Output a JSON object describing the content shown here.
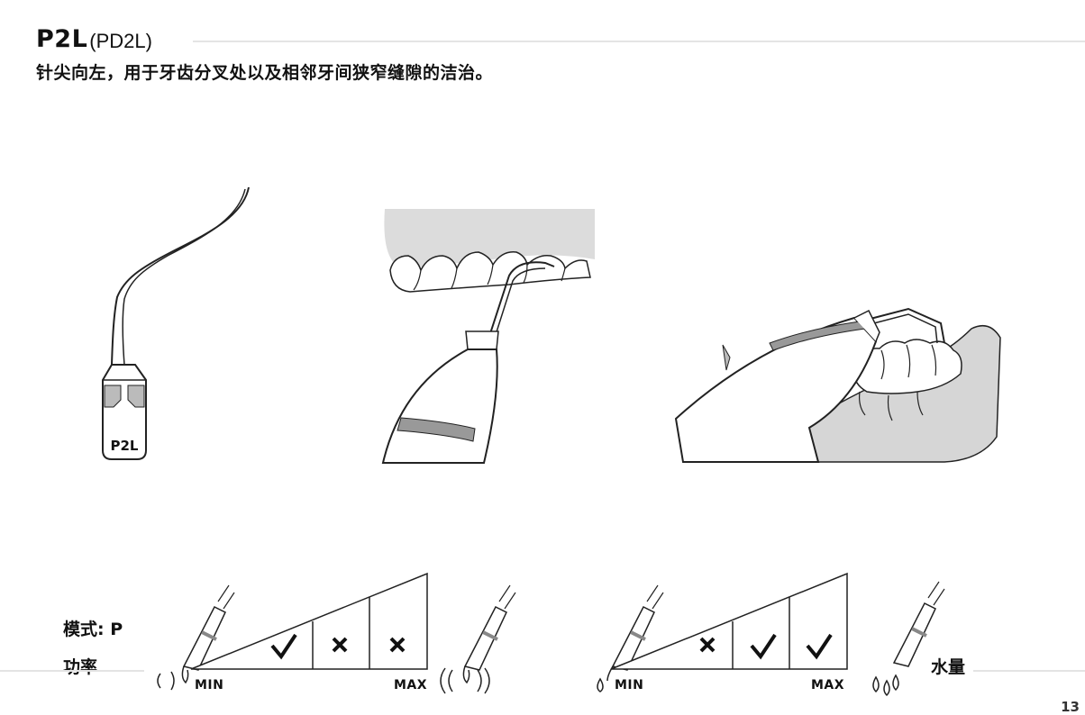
{
  "header": {
    "model": "P2L",
    "model_code": "(PD2L)",
    "description": "针尖向左，用于牙齿分叉处以及相邻牙间狭窄缝隙的洁治。"
  },
  "tip_illustration": {
    "tip_label": "P2L"
  },
  "settings": {
    "mode_label": "模式: P",
    "power_label": "功率",
    "water_label": "水量",
    "power_scale": {
      "min": "MIN",
      "max": "MAX",
      "cells": [
        "check",
        "cross",
        "cross"
      ]
    },
    "water_scale": {
      "min": "MIN",
      "max": "MAX",
      "cells": [
        "cross",
        "check",
        "check"
      ]
    }
  },
  "page_number": "13"
}
